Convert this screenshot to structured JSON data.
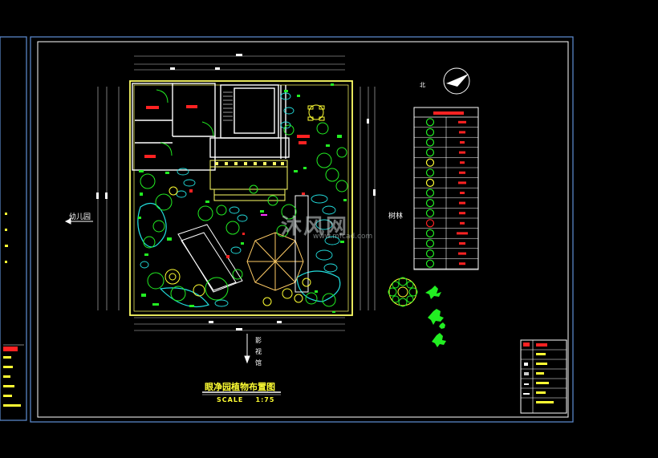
{
  "drawing": {
    "title": "眼净园植物布置图",
    "scale_label": "SCALE",
    "scale_value": "1:75",
    "north_label": "北",
    "neighbor_west": "幼儿园",
    "neighbor_east": "树林",
    "neighbor_south": "影视馆",
    "watermark": "沐风网",
    "watermark_url": "www.mfcad.com"
  },
  "colors": {
    "background": "#000000",
    "frame": "#5f8fd6",
    "inner_frame": "#ffffff",
    "walls": "#ffffff",
    "site_boundary": "#ffff66",
    "plants_green": "#22ee22",
    "plants_yellow": "#ffff33",
    "water_cyan": "#22dddd",
    "room_label_red": "#ff2222",
    "pergola": "#ffcc66"
  },
  "icons": [
    "north-arrow-icon",
    "flower-symbol-icon",
    "shrub-symbol-icon",
    "tree-symbol-icon"
  ]
}
